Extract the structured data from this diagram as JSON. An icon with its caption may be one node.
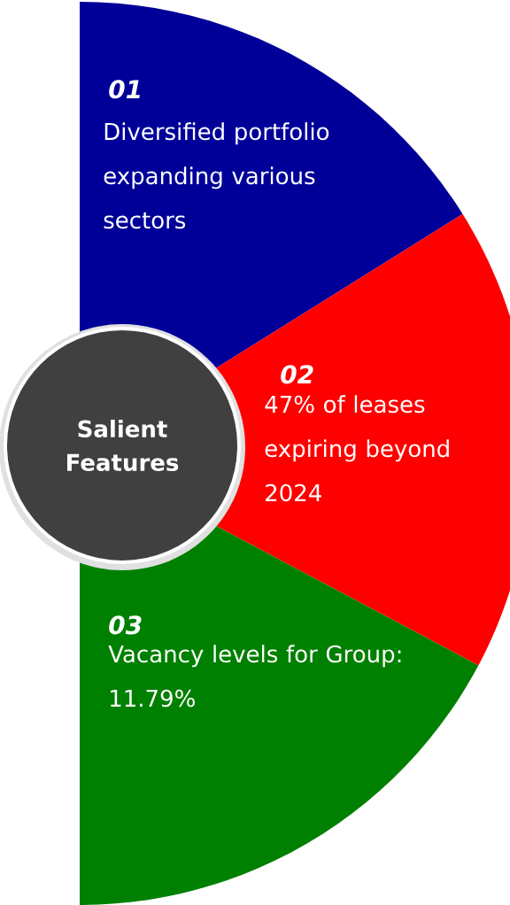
{
  "diagram": {
    "nodes": [
      {
        "text": [
          "01",
          "Diversified portfolio expanding various sectors"
        ]
      },
      {
        "text": [
          "02",
          "47% of leases expiring beyond 2024"
        ]
      },
      {
        "text": [
          "03",
          "Vacancy levels for Group: 11.79%"
        ]
      },
      {
        "text": [
          "Salient Features"
        ]
      }
    ]
  }
}
